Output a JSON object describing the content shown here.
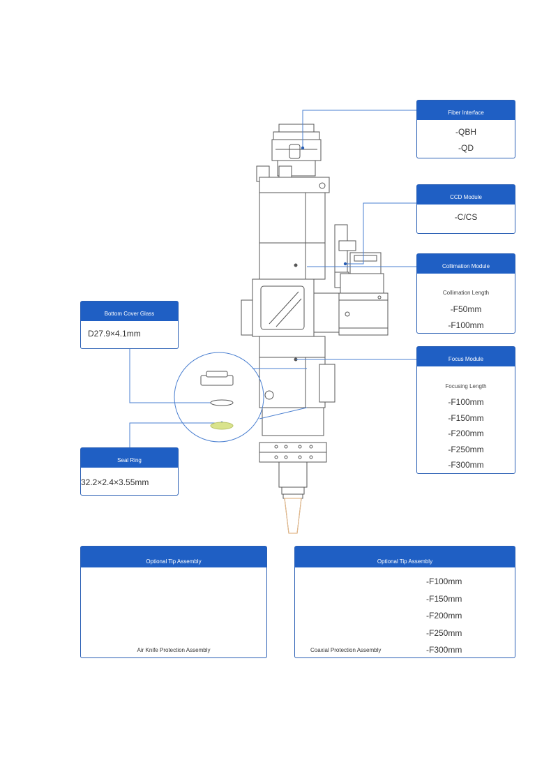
{
  "callouts": {
    "fiber": {
      "title": "Fiber Interface",
      "values": [
        "-QBH",
        "-QD"
      ]
    },
    "ccd": {
      "title": "CCD Module",
      "values": [
        "-C/CS"
      ]
    },
    "collimation": {
      "title": "Collimation Module",
      "subtitle": "Collimation Length",
      "values": [
        "-F50mm",
        "-F100mm"
      ]
    },
    "focus": {
      "title": "Focus Module",
      "subtitle": "Focusing Length",
      "values": [
        "-F100mm",
        "-F150mm",
        "-F200mm",
        "-F250mm",
        "-F300mm"
      ]
    },
    "bottom_glass": {
      "title": "Bottom Cover Glass",
      "value": "D27.9×4.1mm"
    },
    "seal_ring": {
      "title": "Seal Ring",
      "value": "32.2×2.4×3.55mm"
    }
  },
  "panels": {
    "air_knife": {
      "title": "Optional Tip Assembly",
      "caption": "Air Knife Protection Assembly"
    },
    "coaxial": {
      "title": "Optional Tip Assembly",
      "caption": "Coaxial Protection Assembly",
      "values": [
        "-F100mm",
        "-F150mm",
        "-F200mm",
        "-F250mm",
        "-F300mm"
      ]
    }
  },
  "colors": {
    "brand_blue": "#1f5fc4",
    "border_blue": "#2a5fb4",
    "seal_ring": "#d9e38c",
    "nozzle": "#e4b98a"
  }
}
